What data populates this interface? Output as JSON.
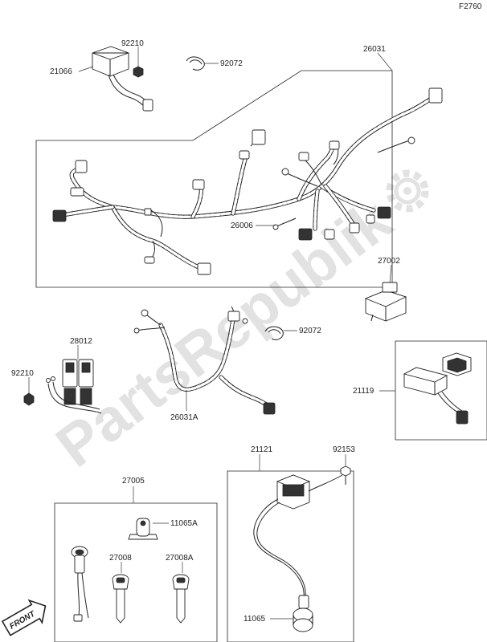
{
  "page_code": "F2760",
  "watermark": "PartsRepublik",
  "front_label": "FRONT",
  "labels": {
    "p92210_top": "92210",
    "p21066": "21066",
    "p92072_top": "92072",
    "p26031": "26031",
    "p26006": "26006",
    "p27002": "27002",
    "p28012": "28012",
    "p92210_left": "92210",
    "p92072_mid": "92072",
    "p26031A": "26031A",
    "p21119": "21119",
    "p21121": "21121",
    "p92153": "92153",
    "p27005": "27005",
    "p11065A": "11065A",
    "p27008": "27008",
    "p27008A": "27008A",
    "p11065": "11065"
  },
  "icons": [
    "gear-icon",
    "front-arrow-icon"
  ]
}
